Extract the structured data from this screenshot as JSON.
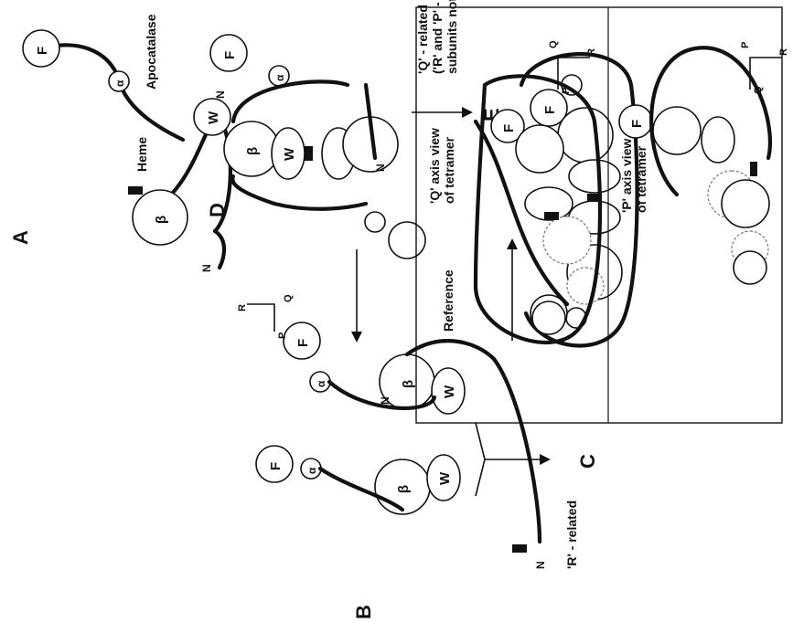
{
  "panels": {
    "A": "A",
    "B": "B",
    "C": "C",
    "D": "D",
    "E": "E"
  },
  "domains": {
    "alpha": "α",
    "beta": "β",
    "W": "W",
    "F": "F",
    "N": "N"
  },
  "labels": {
    "apocatalase": "Apocatalase",
    "heme": "Heme",
    "reference": "Reference",
    "r_related": "'R' - related",
    "q_related_1": "'Q' - related",
    "q_related_2": "('R' and 'P' - related",
    "q_related_3": "subunits not shown)",
    "q_view_1": "'Q' axis view",
    "q_view_2": "of tetramer",
    "p_view_1": "'P' axis view",
    "p_view_2": "of tetramer"
  },
  "axes": {
    "R": "R",
    "P": "P",
    "Q": "Q"
  }
}
